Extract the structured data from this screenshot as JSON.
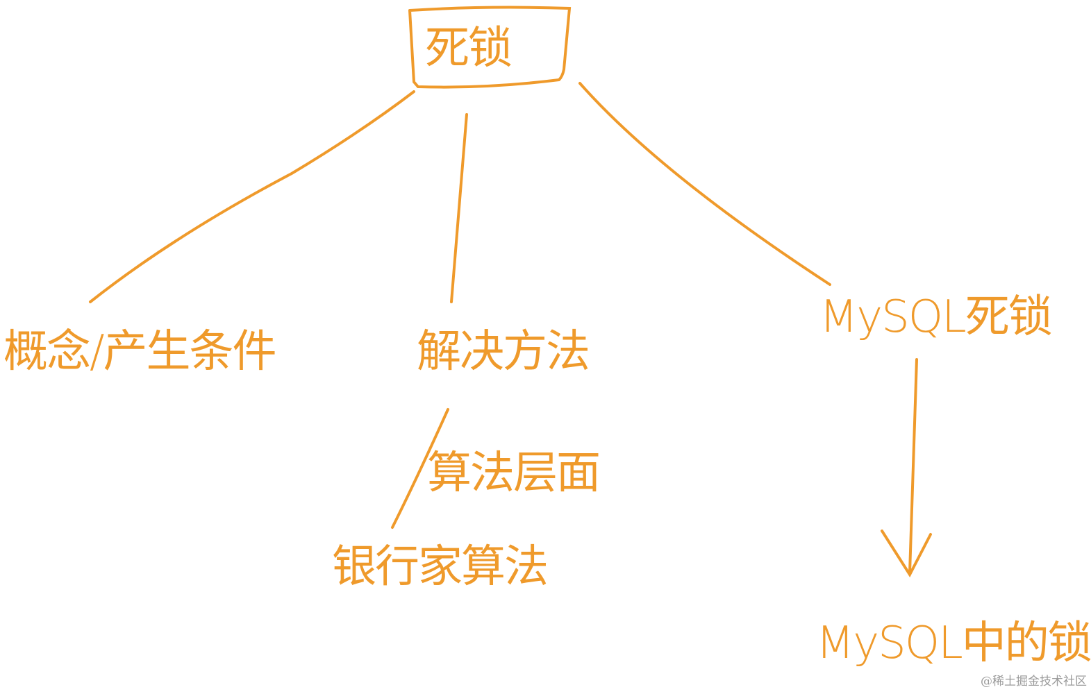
{
  "colors": {
    "ink": "#EF9A2B",
    "watermark": "#9a9a9a"
  },
  "nodes": {
    "root": "死锁",
    "concept": "概念/产生条件",
    "solution": "解决方法",
    "mysql_deadlock": "MySQL死锁",
    "algorithm_level": "算法层面",
    "bankers_algorithm": "银行家算法",
    "mysql_locks": "MySQL中的锁"
  },
  "watermark": "@稀土掘金技术社区"
}
